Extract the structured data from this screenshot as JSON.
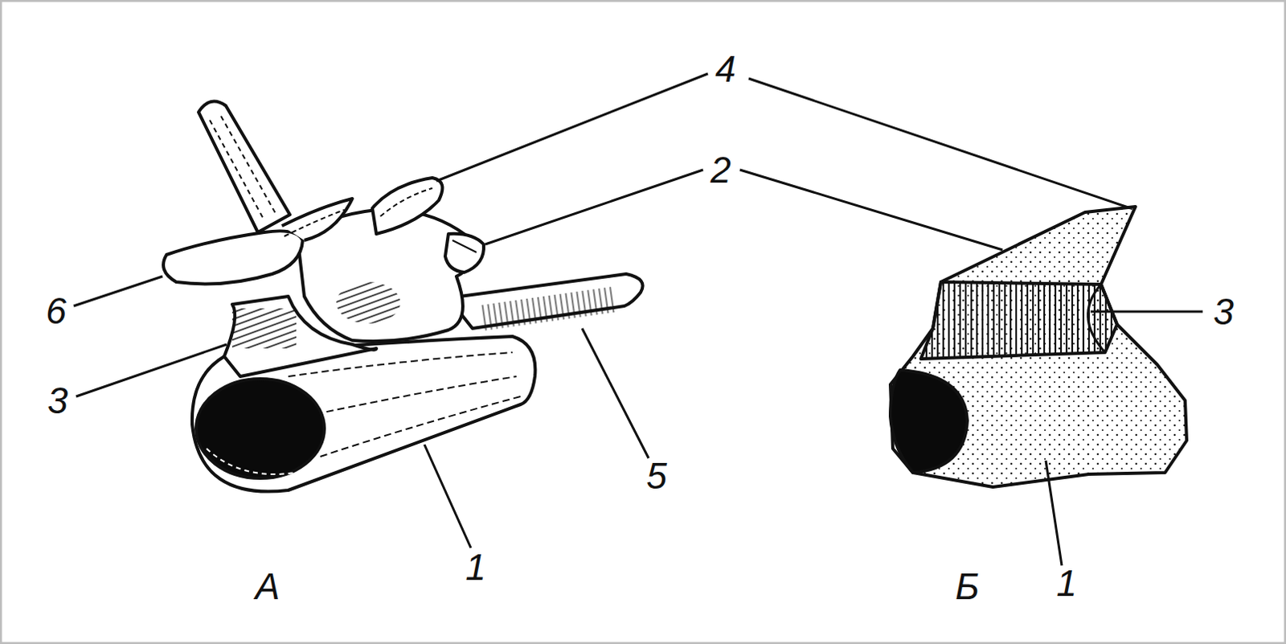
{
  "diagram": {
    "labels": [
      "4",
      "2",
      "6",
      "3",
      "3",
      "5",
      "А",
      "1",
      "Б",
      "1"
    ]
  }
}
